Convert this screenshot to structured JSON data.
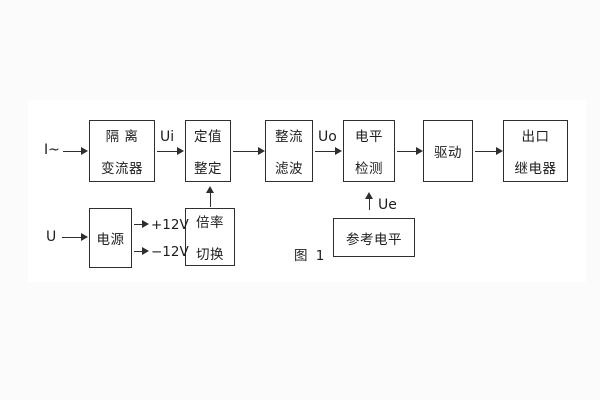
{
  "figure": {
    "caption": "图 1",
    "blocks": {
      "isolation": {
        "line1": "隔 离",
        "line2": "变流器"
      },
      "setting": {
        "line1": "定值",
        "line2": "整定"
      },
      "rectifier": {
        "line1": "整流",
        "line2": "滤波"
      },
      "level": {
        "line1": "电平",
        "line2": "检测"
      },
      "drive": {
        "line1": "驱动"
      },
      "output": {
        "line1": "出口",
        "line2": "继电器"
      },
      "power": {
        "line1": "电源"
      },
      "ratio": {
        "line1": "倍率",
        "line2": "切换"
      },
      "reference": {
        "line1": "参考电平"
      }
    },
    "labels": {
      "input_current": "I~",
      "input_voltage": "U",
      "ui": "Ui",
      "uo": "Uo",
      "ue": "Ue",
      "plus12v": "+12V",
      "minus12v": "−12V"
    },
    "colors": {
      "line": "#2e2e2e",
      "text": "#1d1d1d",
      "panel": "#ffffff",
      "background": "#fbfbfb"
    }
  }
}
